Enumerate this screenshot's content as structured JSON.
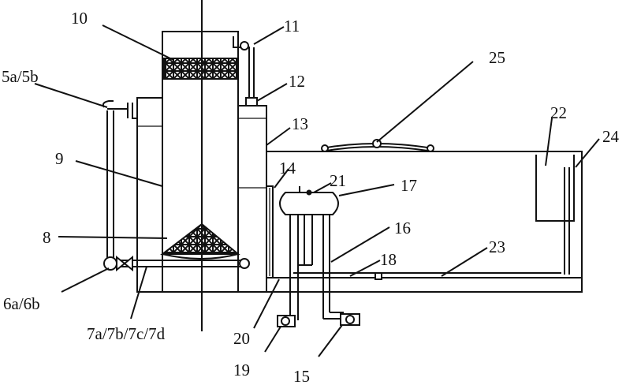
{
  "colors": {
    "ink": "#111111",
    "background": "#ffffff"
  },
  "labels": {
    "l10": "10",
    "l11": "11",
    "l5a5b": "5a/5b",
    "l12": "12",
    "l25": "25",
    "l13": "13",
    "l22": "22",
    "l24": "24",
    "l9": "9",
    "l14": "14",
    "l21": "21",
    "l17": "17",
    "l16": "16",
    "l8": "8",
    "l18": "18",
    "l23": "23",
    "l6a6b": "6a/6b",
    "l7": "7a/7b/7c/7d",
    "l20": "20",
    "l19": "19",
    "l15": "15"
  }
}
